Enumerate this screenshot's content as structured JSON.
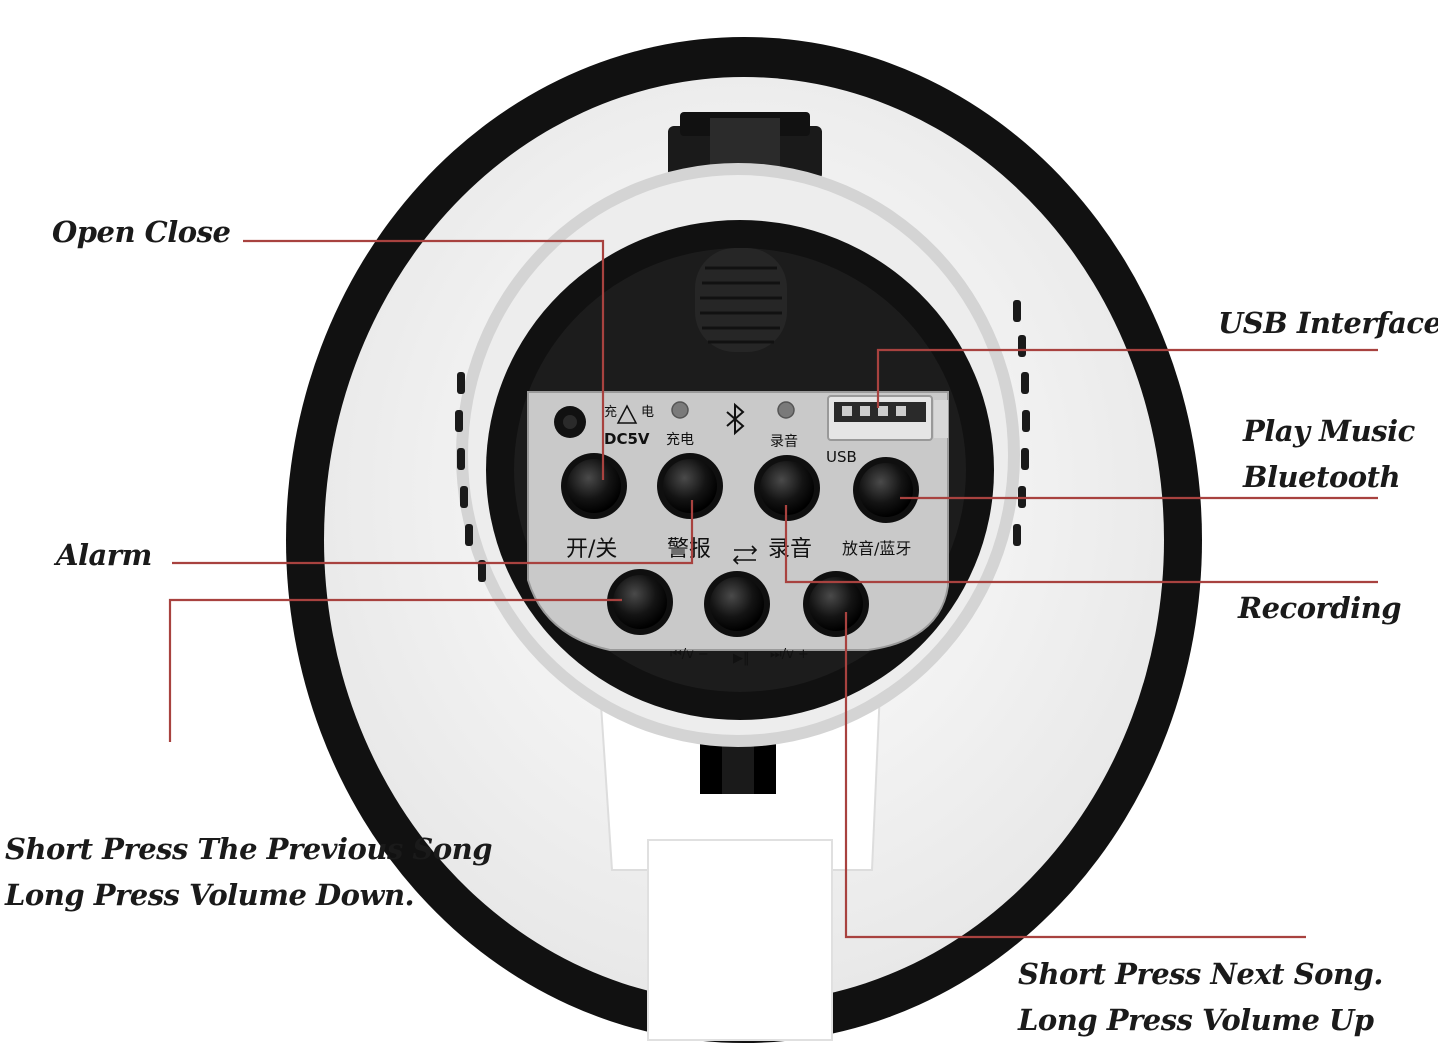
{
  "callouts": {
    "open_close": "Open Close",
    "alarm": "Alarm",
    "short_press_prev": [
      "Short Press The Previous Song",
      "Long Press Volume Down."
    ],
    "usb_interface": "USB Interface",
    "play_music": [
      "Play Music",
      "Bluetooth"
    ],
    "recording": "Recording",
    "short_press_next": [
      "Short Press Next Song.",
      "Long Press Volume Up"
    ]
  },
  "device": {
    "power_label": [
      "充",
      "电"
    ],
    "dc_label": "DC5V",
    "led_label_charge": "充电",
    "led_label_record": "录音",
    "usb_label": "USB",
    "btn_label_power": "开/关",
    "btn_label_alarm": "警报",
    "btn_label_record": "录音",
    "btn_label_play": "放音/蓝牙",
    "btn_label_prev": "⏮/v −",
    "btn_label_playpause": "▶‖",
    "btn_label_next": "⏭/v +"
  },
  "colors": {
    "leader_line": "#a8423f",
    "device_black": "#111111",
    "panel_gray": "#c9c9c9"
  }
}
